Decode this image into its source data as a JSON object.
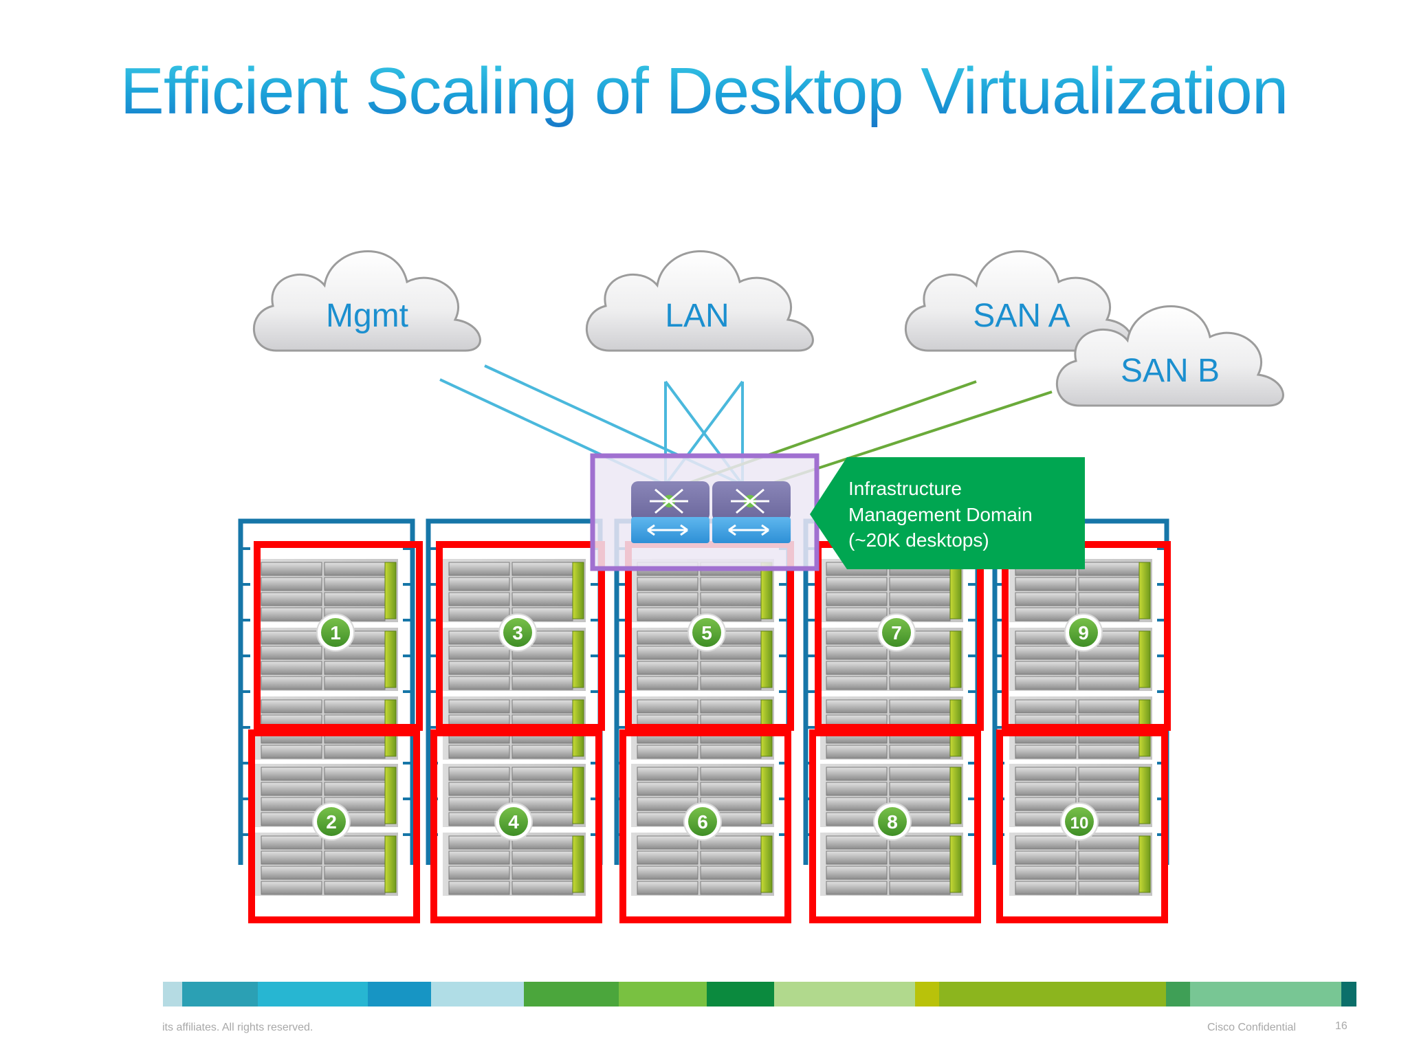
{
  "slide": {
    "title": "Efficient Scaling of Desktop Virtualization"
  },
  "clouds": [
    {
      "label": "Mgmt"
    },
    {
      "label": "LAN"
    },
    {
      "label": "SAN A"
    },
    {
      "label": "SAN B"
    }
  ],
  "callout": {
    "lines": [
      "Infrastructure",
      "Management Domain",
      "(~20K desktops)"
    ],
    "color": "#00a651"
  },
  "pods": [
    "1",
    "2",
    "3",
    "4",
    "5",
    "6",
    "7",
    "8",
    "9",
    "10"
  ],
  "colors": {
    "title": "#1ea6dc",
    "cloud_label": "#1b8fcf",
    "lan_link": "#4ab8dc",
    "san_link": "#6aaa3a",
    "domain_outline": "#a070d0",
    "pod_outline": "#ff0000",
    "rack_frame": "#1676a8",
    "badge": "#5aa83a"
  },
  "footer": {
    "copyright": "its affiliates. All rights reserved.",
    "confidential": "Cisco Confidential",
    "page": "16"
  }
}
